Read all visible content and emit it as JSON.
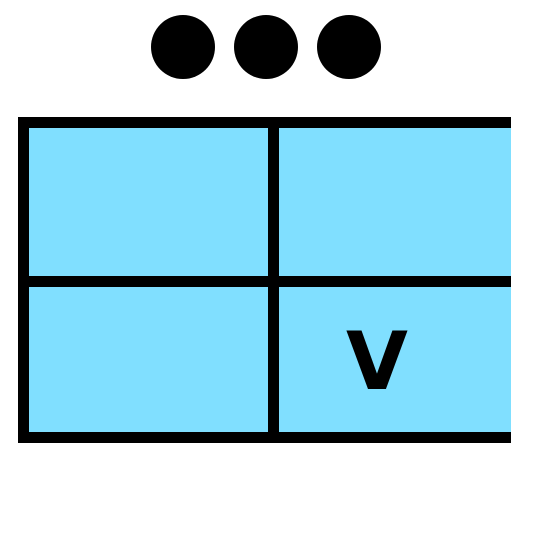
{
  "colors": {
    "dot": "#000000",
    "cell_fill": "#80dfff",
    "grid_line": "#000000"
  },
  "dots": [
    {
      "icon": "filled-circle-icon"
    },
    {
      "icon": "filled-circle-icon"
    },
    {
      "icon": "filled-circle-icon"
    }
  ],
  "grid": {
    "rows": 2,
    "columns": 2,
    "cells": [
      {
        "label": ""
      },
      {
        "label": ""
      },
      {
        "label": ""
      },
      {
        "label": "V"
      }
    ]
  }
}
